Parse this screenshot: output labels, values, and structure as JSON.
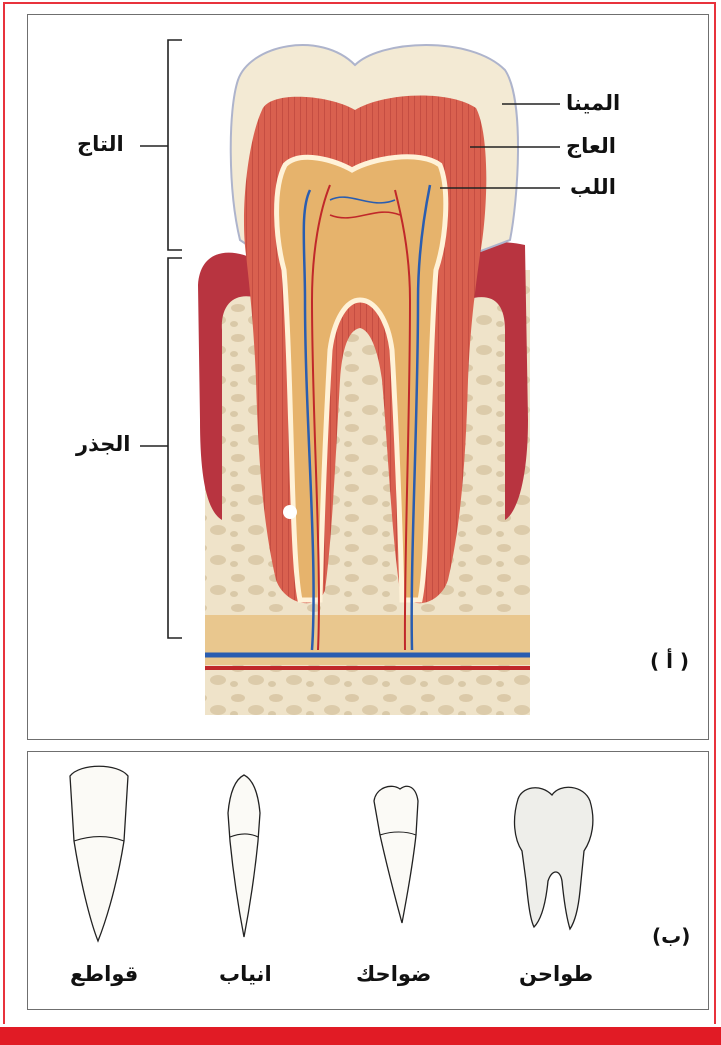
{
  "figure_a": {
    "tag": "( أ )",
    "labels": {
      "enamel": "المينا",
      "dentin": "العاج",
      "pulp": "اللب",
      "crown": "التاج",
      "root": "الجذر"
    }
  },
  "figure_b": {
    "tag": "(ب)",
    "teeth": [
      {
        "label": "قواطع"
      },
      {
        "label": "انياب"
      },
      {
        "label": "ضواحك"
      },
      {
        "label": "طواحن"
      }
    ]
  },
  "colors": {
    "frame": "#e8323c",
    "bottom_bar": "#e11b25",
    "enamel": "#f4ecd8",
    "dentin": "#d8584a",
    "pulp": "#e7b46c",
    "gum": "#b2323d",
    "bone": "#eee2c8",
    "vein": "#2a5db0",
    "artery": "#c0282a"
  }
}
